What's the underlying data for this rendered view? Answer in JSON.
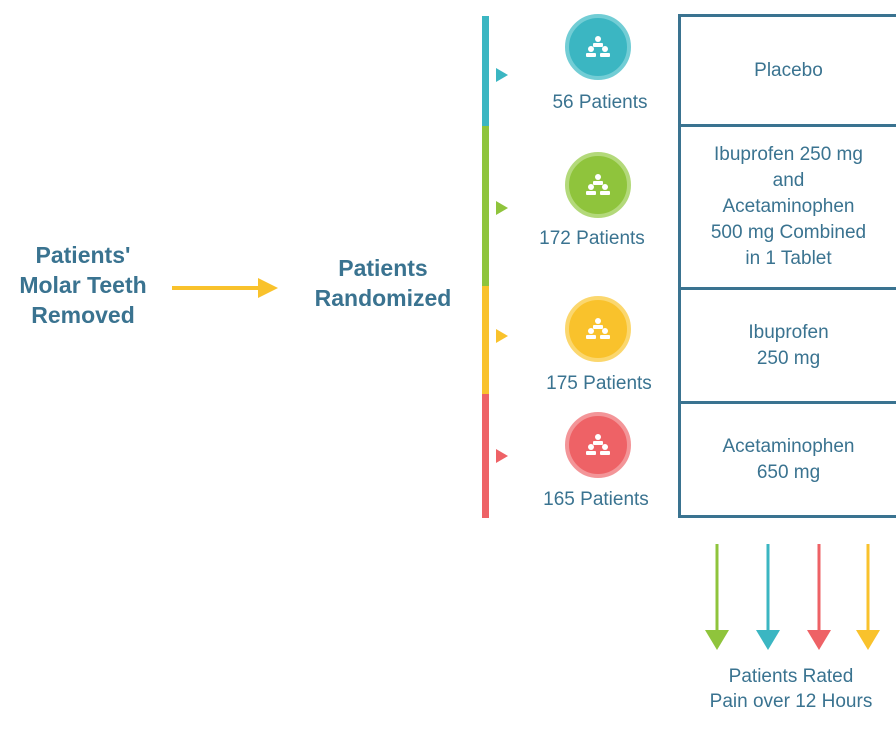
{
  "left_label": [
    "Patients'",
    "Molar Teeth",
    "Removed"
  ],
  "middle_label": [
    "Patients",
    "Randomized"
  ],
  "groups": [
    {
      "count": "56 Patients",
      "color": "#3bb6c2",
      "treatment": [
        "Placebo"
      ]
    },
    {
      "count": "172 Patients",
      "color": "#8fc43c",
      "treatment": [
        "Ibuprofen 250 mg",
        "and",
        "Acetaminophen",
        "500 mg Combined",
        "in 1 Tablet"
      ]
    },
    {
      "count": "175 Patients",
      "color": "#f9c22c",
      "treatment": [
        "Ibuprofen",
        "250 mg"
      ]
    },
    {
      "count": "165 Patients",
      "color": "#ee6266",
      "treatment": [
        "Acetaminophen",
        "650 mg"
      ]
    }
  ],
  "outcome_label": [
    "Patients Rated",
    "Pain over 12 Hours"
  ],
  "colors": {
    "text": "#3a7390",
    "arrow_main": "#f9c22c",
    "box_border": "#3a7390",
    "outcome_arrows": [
      "#8fc43c",
      "#3bb6c2",
      "#ee6266",
      "#f9c22c"
    ]
  },
  "icon": "group-of-people-icon"
}
